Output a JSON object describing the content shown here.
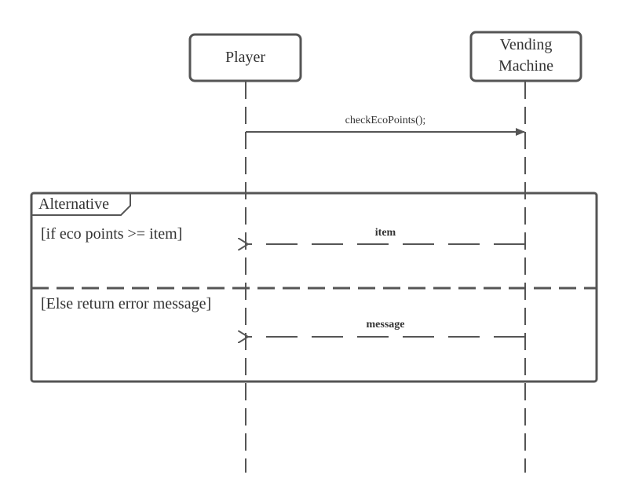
{
  "participants": [
    {
      "id": "player",
      "label_lines": [
        "Player"
      ]
    },
    {
      "id": "vending",
      "label_lines": [
        "Vending",
        "Machine"
      ]
    }
  ],
  "messages": [
    {
      "id": "check",
      "label": "checkEcoPoints();",
      "type": "synchronous",
      "from": "player",
      "to": "vending"
    },
    {
      "id": "item",
      "label": "item",
      "type": "return",
      "from": "vending",
      "to": "player"
    },
    {
      "id": "message",
      "label": "message",
      "type": "return",
      "from": "vending",
      "to": "player"
    }
  ],
  "fragment": {
    "operator": "Alternative",
    "guards": [
      "[if eco points >= item]",
      "[Else return error message]"
    ]
  },
  "colors": {
    "stroke": "#555555",
    "text": "#333333",
    "background": "#ffffff"
  }
}
